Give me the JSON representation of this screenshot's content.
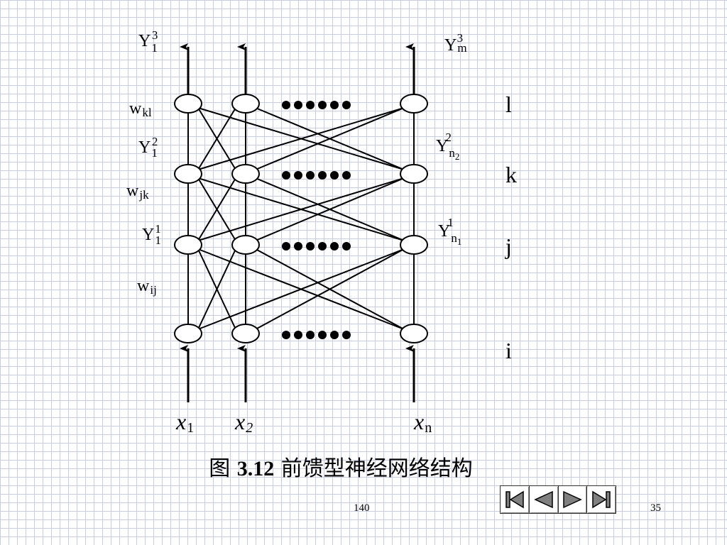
{
  "diagram": {
    "outputs": [
      {
        "base": "Y",
        "sub": "1",
        "sup": "3"
      },
      {
        "base": "Y",
        "sub": "m",
        "sup": "3"
      }
    ],
    "node_labels": [
      {
        "base": "Y",
        "sub": "1",
        "sup": "2"
      },
      {
        "base": "Y",
        "sub": "n",
        "subsub": "2",
        "sup": "2"
      },
      {
        "base": "Y",
        "sub": "1",
        "sup": "1"
      },
      {
        "base": "Y",
        "sub": "n",
        "subsub": "1",
        "sup": "1"
      }
    ],
    "weights": [
      {
        "base": "w",
        "sub": "kl"
      },
      {
        "base": "w",
        "sub": "jk"
      },
      {
        "base": "w",
        "sub": "ij"
      }
    ],
    "layer_labels": [
      "l",
      "k",
      "j",
      "i"
    ],
    "inputs": [
      {
        "base": "x",
        "sub": "1"
      },
      {
        "base": "x",
        "sub": "2"
      },
      {
        "base": "x",
        "sub": "n"
      }
    ],
    "ellipsis": "••••••"
  },
  "caption": {
    "prefix": "图 ",
    "number": "3.12",
    "title": " 前馈型神经网络结构"
  },
  "footer": {
    "center_page": "140",
    "slide_number": "35"
  },
  "navigation": {
    "buttons": [
      "first",
      "previous",
      "next",
      "last"
    ],
    "button_color": "#808080"
  }
}
